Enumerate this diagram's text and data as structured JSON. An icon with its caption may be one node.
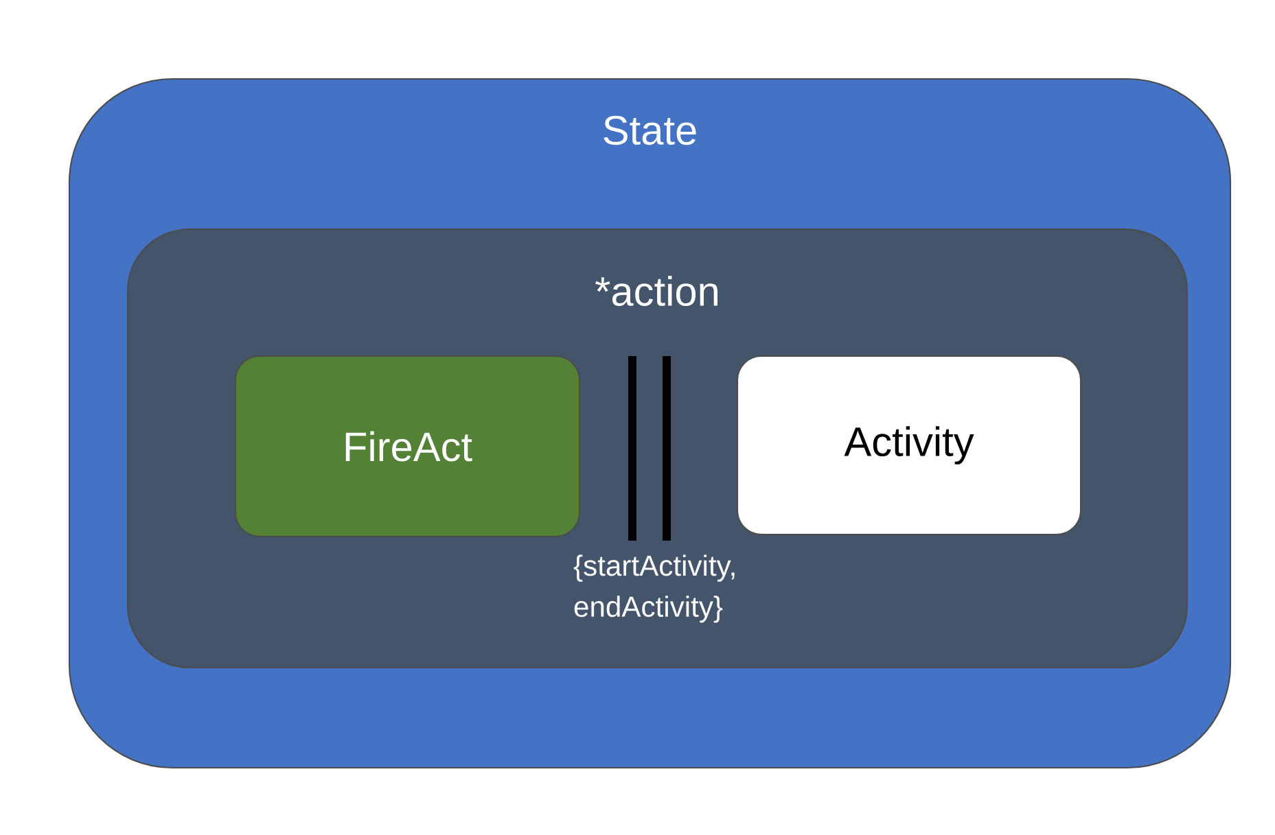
{
  "diagram": {
    "nodes": [
      {
        "text": [
          "State"
        ]
      },
      {
        "text": [
          "*action"
        ],
        "in": 0
      },
      {
        "text": [
          "FireAct"
        ],
        "in": 1
      },
      {
        "text": [
          "Activity"
        ],
        "in": 1
      }
    ],
    "labels": [
      "{startActivity, endActivity}"
    ]
  }
}
